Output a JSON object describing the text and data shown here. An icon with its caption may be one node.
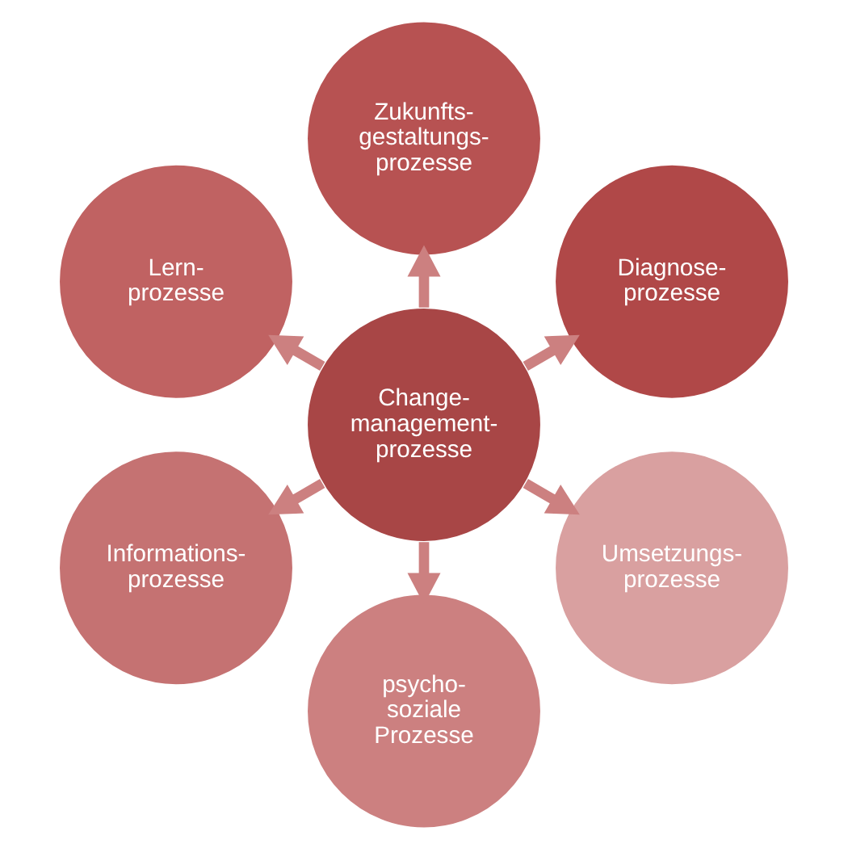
{
  "diagram": {
    "nodes": [
      {
        "text": [
          "Change- management- prozesse"
        ]
      },
      {
        "text": [
          "Diagnose- prozesse"
        ]
      },
      {
        "text": [
          "Zukunfts- gestaltungs- prozesse"
        ]
      },
      {
        "text": [
          "Lern- prozesse"
        ]
      },
      {
        "text": [
          "Informations- prozesse"
        ]
      },
      {
        "text": [
          "psycho- soziale Prozesse"
        ]
      },
      {
        "text": [
          "Umsetzungs- prozesse"
        ]
      }
    ],
    "edges": [
      {
        "from": 0,
        "to": 1,
        "arrow": "to"
      },
      {
        "from": 0,
        "to": 2,
        "arrow": "to"
      },
      {
        "from": 0,
        "to": 3,
        "arrow": "to"
      },
      {
        "from": 0,
        "to": 4,
        "arrow": "to"
      },
      {
        "from": 0,
        "to": 5,
        "arrow": "to"
      },
      {
        "from": 0,
        "to": 6,
        "arrow": "to"
      }
    ]
  }
}
